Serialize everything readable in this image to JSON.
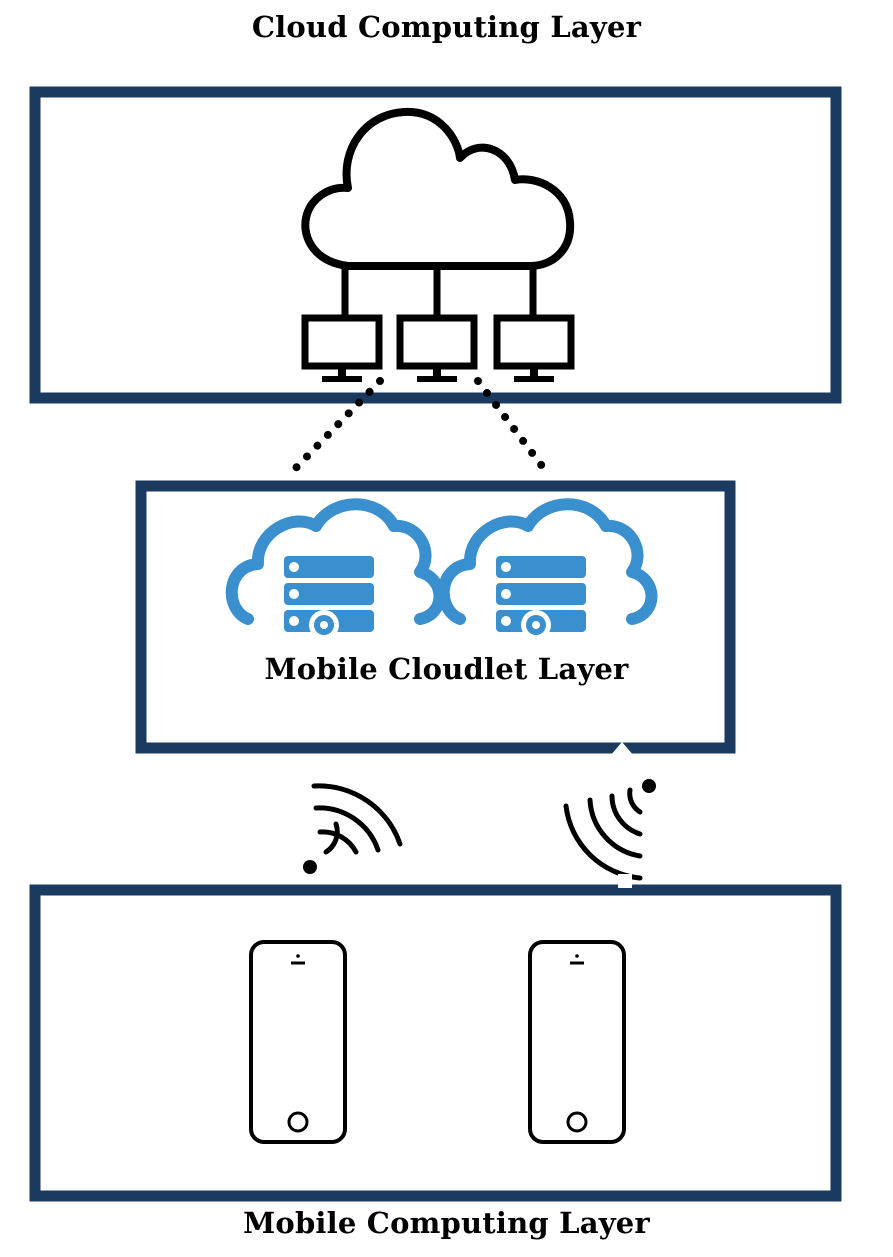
{
  "labels": {
    "cloud_layer": "Cloud Computing Layer",
    "cloudlet_layer": "Mobile Cloudlet Layer",
    "mobile_layer": "Mobile Computing Layer"
  },
  "icons": {
    "cloud_network": "cloud-network-icon",
    "cloud_server": "cloud-server-icon",
    "smartphone": "smartphone-icon",
    "wifi_signal": "wifi-signal-icon"
  },
  "colors": {
    "frame": "#1b3a5f",
    "cloudlet_blue": "#3a8fcf",
    "ink": "#000000"
  }
}
